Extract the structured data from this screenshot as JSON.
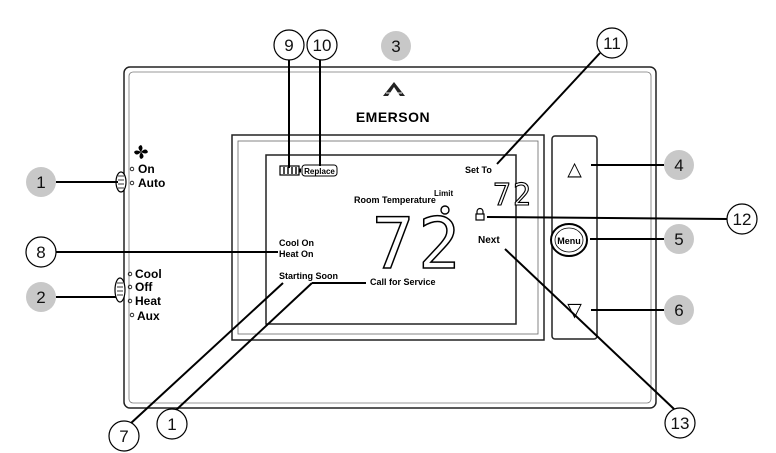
{
  "brand": {
    "name": "EMERSON"
  },
  "fan_switch": {
    "on": "On",
    "auto": "Auto"
  },
  "mode_switch": {
    "cool": "Cool",
    "off": "Off",
    "heat": "Heat",
    "aux": "Aux"
  },
  "display": {
    "replace": "Replace",
    "set_to_label": "Set To",
    "set_to_value": "72",
    "room_temperature_label": "Room Temperature",
    "room_temperature_value": "72",
    "limit": "Limit",
    "degree": "°",
    "cool_on": "Cool On",
    "heat_on": "Heat On",
    "starting_soon": "Starting Soon",
    "call_for_service": "Call for Service",
    "next": "Next"
  },
  "buttons": {
    "up": "△",
    "menu": "Menu",
    "down": "▽"
  },
  "callouts": {
    "c1a": "1",
    "c1b": "1",
    "c2": "2",
    "c3": "3",
    "c4": "4",
    "c5": "5",
    "c6": "6",
    "c7": "7",
    "c8": "8",
    "c9": "9",
    "c10": "10",
    "c11": "11",
    "c12": "12",
    "c13": "13"
  }
}
